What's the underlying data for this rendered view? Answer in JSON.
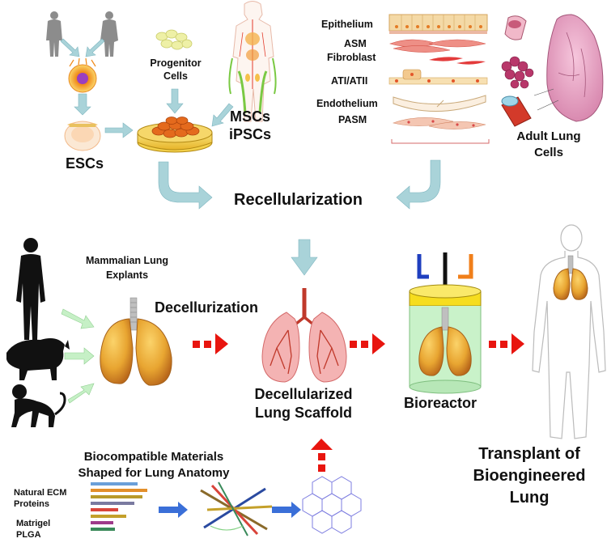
{
  "labels": {
    "epithelium": "Epithelium",
    "asm": "ASM",
    "fibroblast": "Fibroblast",
    "ati_atii": "ATI/ATII",
    "endothelium": "Endothelium",
    "pasm": "PASM",
    "progenitor": "Progenitor\nCells",
    "mscs": "MSCs",
    "ipscs": "iPSCs",
    "escs": "ESCs",
    "adult_lung_cells": "Adult Lung\nCells",
    "recellularization": "Recellularization",
    "mammalian_lung_explants": "Mammalian Lung\nExplants",
    "decellurization": "Decellurization",
    "decellularized_scaffold": "Decellularized\nLung Scaffold",
    "bioreactor": "Bioreactor",
    "transplant": "Transplant of\nBioengineered Lung",
    "biocompatible": "Biocompatible Materials\nShaped for Lung Anatomy",
    "natural_ecm": "Natural ECM\nProteins",
    "matrigel_plga": "Matrigel\nPLGA"
  },
  "colors": {
    "light_arrow": "#a9d3d9",
    "green_arrow": "#c6f0c6",
    "red_dash": "#e8150f",
    "blue_arrow": "#3a6fd8",
    "lung_orange": "#e8a531",
    "scaffold_pink": "#f2a3a3",
    "bioreactor_fill": "#c9f2c9",
    "bioreactor_lid": "#f6dd1e"
  }
}
